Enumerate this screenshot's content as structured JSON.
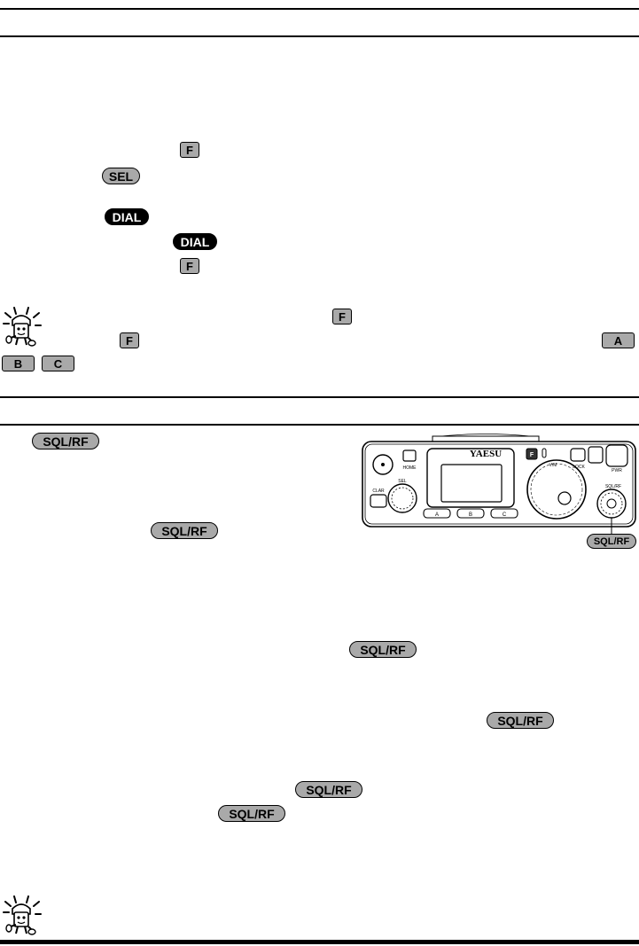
{
  "keys": {
    "f": "F",
    "sel": "SEL",
    "dial": "DIAL",
    "a": "A",
    "b": "B",
    "c": "C",
    "sql_rf": "SQL/RF"
  },
  "radio_panel": {
    "brand": "YAESU",
    "home": "HOME",
    "clar": "CLAR",
    "sel": "SEL",
    "lock": "LOCK",
    "vm": "V/M",
    "pwr": "PWR",
    "f_btn": "F",
    "a_btn": "A",
    "b_btn": "B",
    "c_btn": "C",
    "knob_label": "SQL/RF",
    "callout": "SQL/RF"
  },
  "icons": [
    "tip-mascot-icon"
  ]
}
